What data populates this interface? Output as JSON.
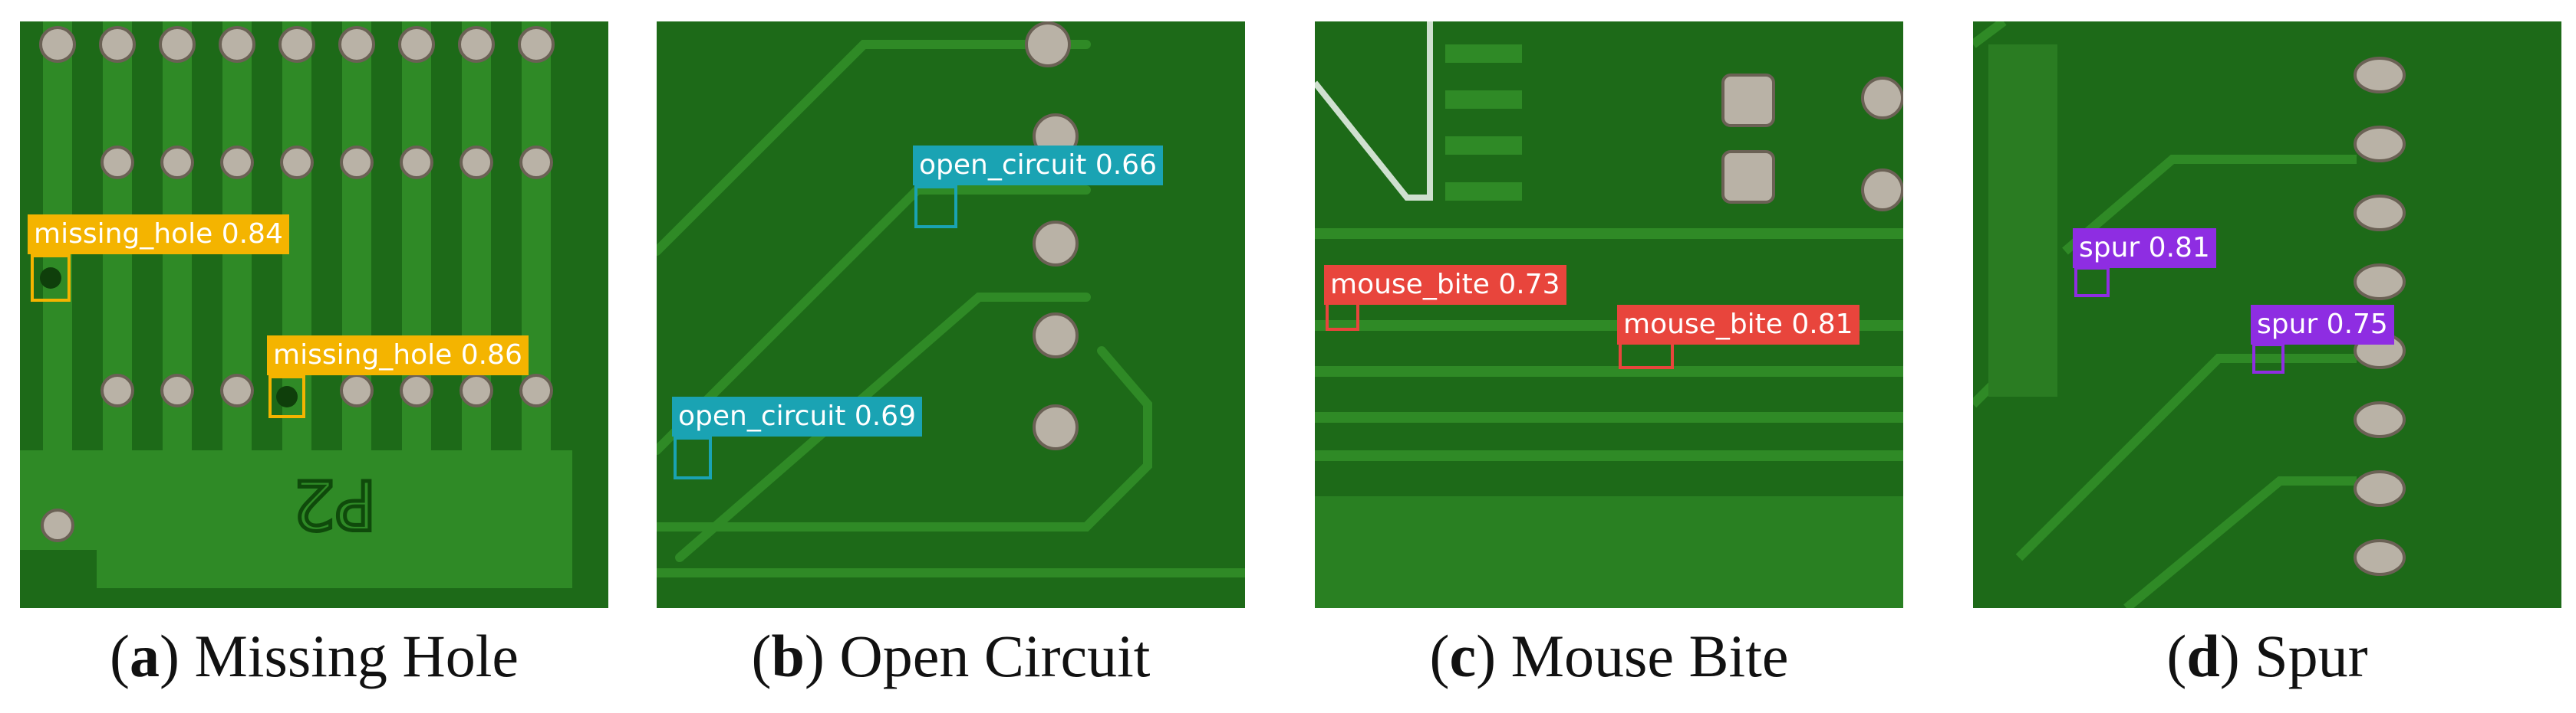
{
  "panels": [
    {
      "id": "a",
      "title": "Missing Hole",
      "color": "#f4b400",
      "detections": [
        {
          "label": "missing_hole 0.84"
        },
        {
          "label": "missing_hole 0.86"
        }
      ],
      "silkscreen": "P2"
    },
    {
      "id": "b",
      "title": "Open Circuit",
      "color": "#1aa3b3",
      "detections": [
        {
          "label": "open_circuit 0.66"
        },
        {
          "label": "open_circuit 0.69"
        }
      ]
    },
    {
      "id": "c",
      "title": "Mouse Bite",
      "color": "#e8453c",
      "detections": [
        {
          "label": "mouse_bite 0.73"
        },
        {
          "label": "mouse_bite 0.81"
        }
      ]
    },
    {
      "id": "d",
      "title": "Spur",
      "color": "#8e2de2",
      "detections": [
        {
          "label": "spur 0.81"
        },
        {
          "label": "spur 0.75"
        }
      ]
    }
  ]
}
